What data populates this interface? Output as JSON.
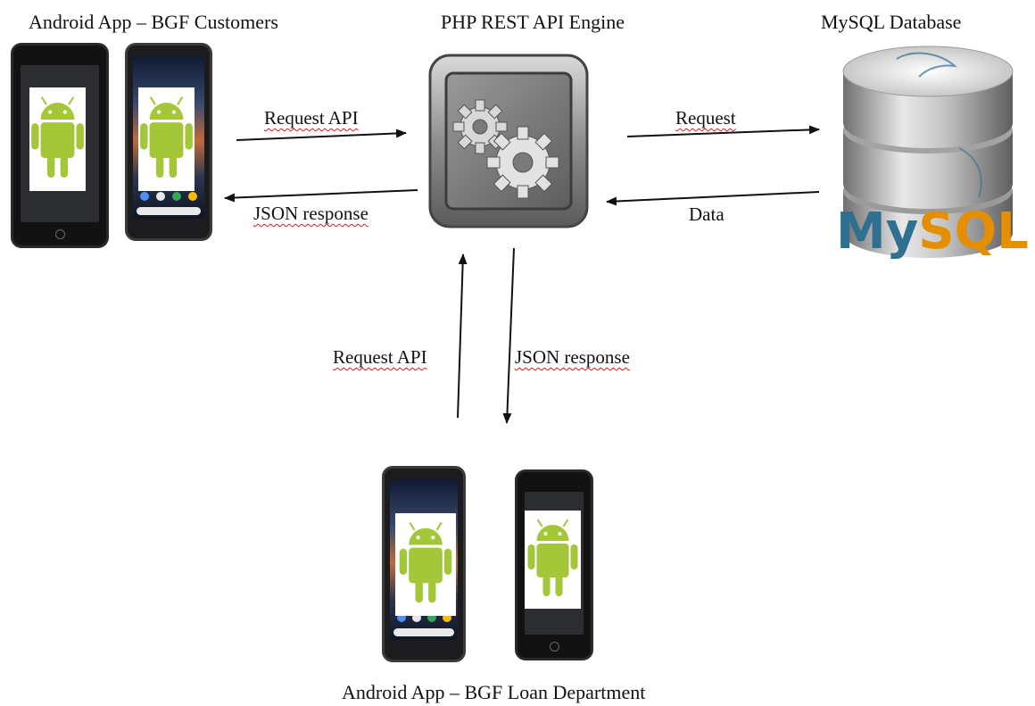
{
  "titles": {
    "customers": "Android App – BGF Customers",
    "engine": "PHP REST API Engine",
    "database": "MySQL Database",
    "loan_department": "Android App – BGF Loan Department"
  },
  "arrows": {
    "customers_request": "Request API",
    "customers_response": "JSON response",
    "db_request": "Request",
    "db_data": "Data",
    "loan_request": "Request API",
    "loan_response": "JSON response"
  },
  "database_logo_text": "MySQL",
  "colors": {
    "android_green": "#a4c639",
    "engine_frame": "#5a5a5a",
    "engine_inner": "#8a8a8a",
    "mysql_blue": "#2f6f8f",
    "mysql_orange": "#e48e00",
    "spellcheck_red": "#d62020"
  },
  "icons": [
    "android-logo-icon",
    "gears-icon",
    "database-cylinder-icon"
  ]
}
